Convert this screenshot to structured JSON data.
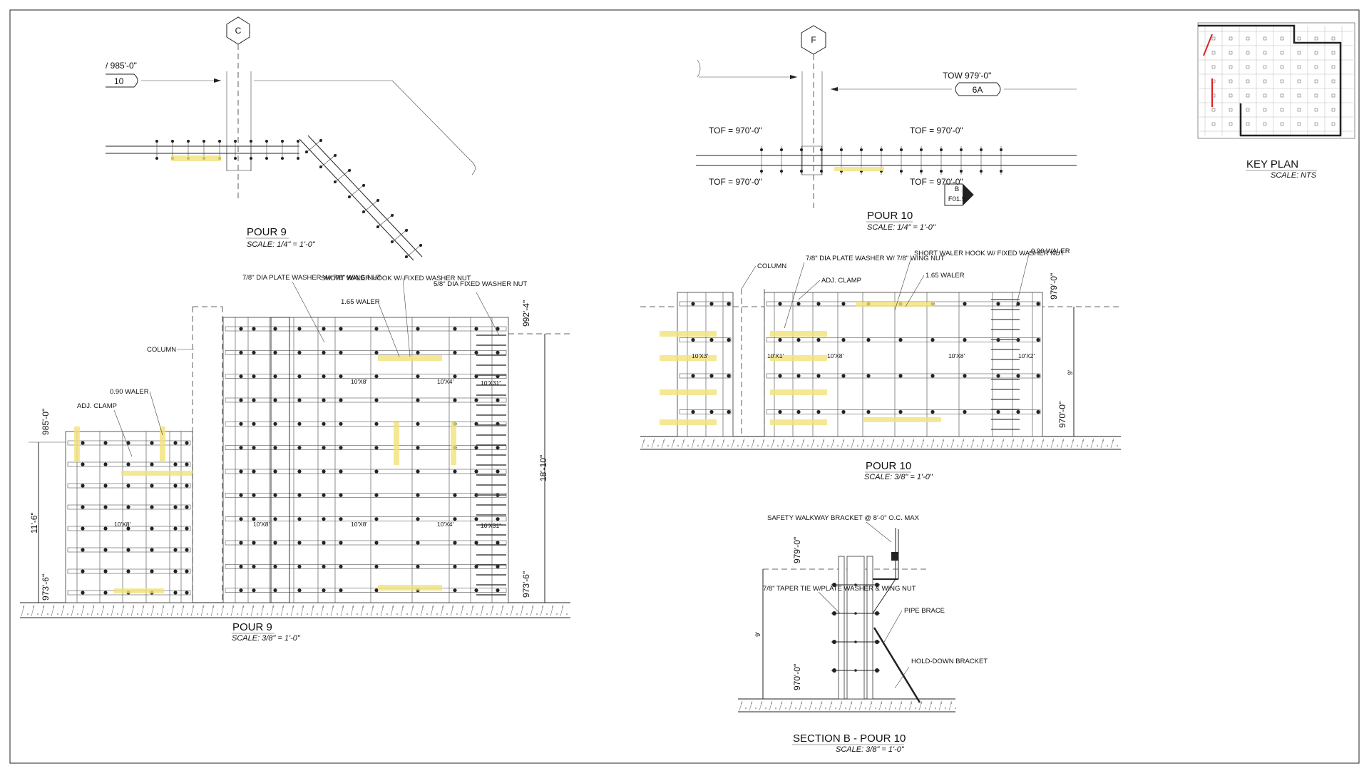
{
  "plan_pour9": {
    "grid": "C",
    "tow": "/ 985'-0\"",
    "tag": "10",
    "title": "POUR 9",
    "scale": "SCALE: 1/4\" = 1'-0\""
  },
  "plan_pour10": {
    "grid": "F",
    "tow": "TOW 979'-0\"",
    "tag": "6A",
    "tof_1": "TOF = 970'-0\"",
    "tof_2": "TOF = 970'-0\"",
    "tof_3": "TOF = 970'-0\"",
    "tof_4": "TOF = 970'-0\"",
    "section_letter": "B",
    "section_sheet": "F01.5",
    "title": "POUR 10",
    "scale": "SCALE: 1/4\" = 1'-0\""
  },
  "key_plan": {
    "title": "KEY PLAN",
    "scale": "SCALE: NTS"
  },
  "elev_pour9": {
    "title": "POUR 9",
    "scale": "SCALE: 3/8\" = 1'-0\"",
    "callouts": {
      "plate_washer": "7/8\" DIA PLATE WASHER W/ 7/8\" WING NUT",
      "short_waler_hook": "SHORT WALER HOOK W/ FIXED WASHER NUT",
      "fixed_washer_nut": "5/8\" DIA FIXED WASHER NUT",
      "waler_165": "1.65 WALER",
      "column": "COLUMN",
      "waler_090": "0.90 WALER",
      "adj_clamp": "ADJ. CLAMP"
    },
    "dims": {
      "top_left": "985'-0\"",
      "height_left": "11'-6\"",
      "bottom_left": "973'-6\"",
      "top_right": "992'-4\"",
      "height_right": "18'-10\"",
      "bottom_right": "973'-6\""
    },
    "panels": {
      "p1": "10'X8'",
      "p2": "10'X8'",
      "p3": "10'X4'",
      "p4": "10'X31\"",
      "p5": "10'X8'",
      "p6": "10'X8'",
      "p7": "10'X4'",
      "p8": "10'X31\""
    }
  },
  "elev_pour10": {
    "title": "POUR 10",
    "scale": "SCALE: 3/8\" = 1'-0\"",
    "callouts": {
      "column": "COLUMN",
      "plate_washer": "7/8\" DIA PLATE WASHER W/ 7/8\" WING NUT",
      "adj_clamp": "ADJ. CLAMP",
      "short_waler_hook": "SHORT WALER HOOK W/ FIXED WASHER NUT",
      "waler_165": "1.65 WALER",
      "waler_090": "0.90 WALER"
    },
    "dims": {
      "top": "979'-0\"",
      "height": "9'",
      "bottom": "970'-0\""
    },
    "panels": {
      "p1": "10'X3'",
      "p2": "10'X1'",
      "p3": "10'X8'",
      "p4": "10'X8'",
      "p5": "10'X2'"
    }
  },
  "section_b": {
    "title": "SECTION B - POUR 10",
    "scale": "SCALE: 3/8\" = 1'-0\"",
    "callouts": {
      "walkway": "SAFETY WALKWAY BRACKET @ 8'-0\" O.C. MAX",
      "taper_tie": "7/8\" TAPER TIE W/PLATE WASHER & WING NUT",
      "pipe_brace": "PIPE BRACE",
      "hold_down": "HOLD-DOWN BRACKET"
    },
    "dims": {
      "top": "979'-0\"",
      "height": "9'",
      "bottom": "970'-0\""
    }
  }
}
